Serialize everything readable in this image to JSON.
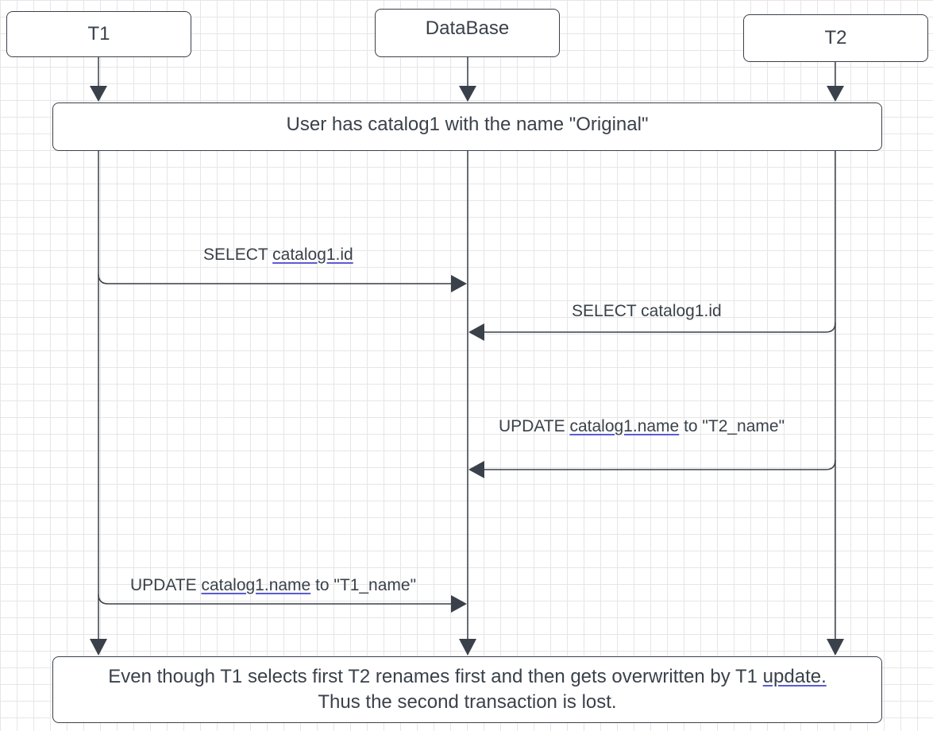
{
  "participants": {
    "t1": "T1",
    "database": "DataBase",
    "t2": "T2"
  },
  "notes": {
    "initial": "User has catalog1 with the name \"Original\"",
    "conclusion_line1_pre": "Even though T1 selects first T2 renames first and then gets overwritten by T1 ",
    "conclusion_line1_link": "update.",
    "conclusion_line2": "Thus the second transaction is lost."
  },
  "messages": [
    {
      "from": "T1",
      "to": "DataBase",
      "prefix": "SELECT ",
      "link": "catalog1.id",
      "suffix": ""
    },
    {
      "from": "T2",
      "to": "DataBase",
      "prefix": "SELECT catalog1.id",
      "link": "",
      "suffix": ""
    },
    {
      "from": "T2",
      "to": "DataBase",
      "prefix": "UPDATE ",
      "link": "catalog1.name",
      "suffix": " to \"T2_name\""
    },
    {
      "from": "T1",
      "to": "DataBase",
      "prefix": "UPDATE ",
      "link": "catalog1.name",
      "suffix": " to \"T1_name\""
    }
  ],
  "colors": {
    "stroke": "#3a414a",
    "link_underline": "#5b5bd6",
    "grid": "#e6e6e6"
  }
}
